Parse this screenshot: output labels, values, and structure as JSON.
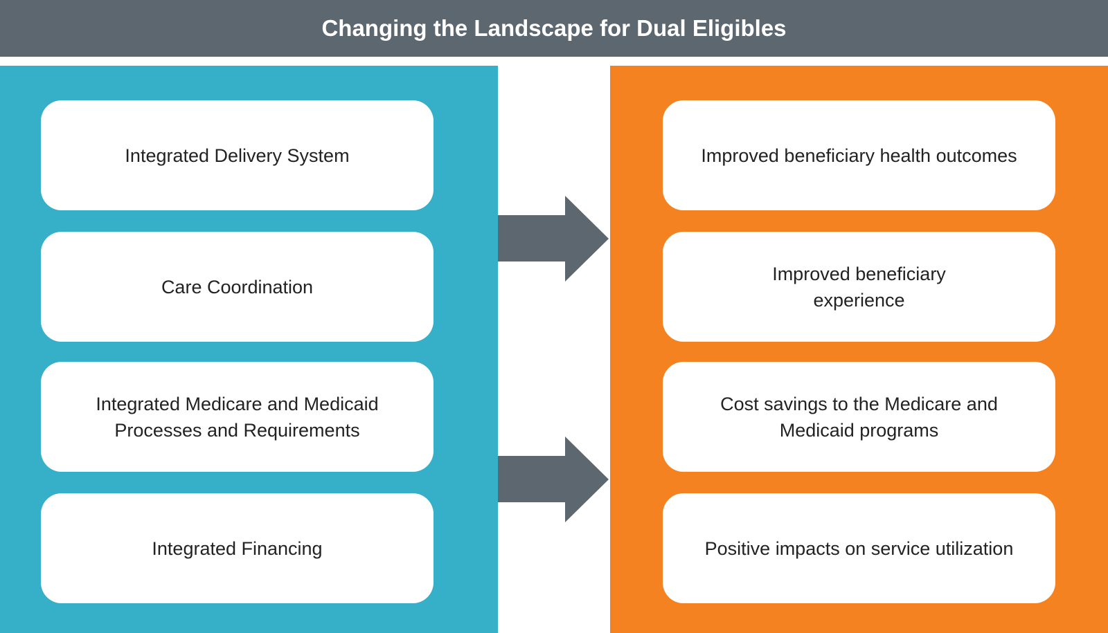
{
  "title": "Changing the Landscape for Dual Eligibles",
  "left_items": [
    "Integrated Delivery System",
    "Care Coordination",
    "Integrated Medicare and Medicaid Processes and Requirements",
    "Integrated Financing"
  ],
  "right_items": [
    "Improved beneficiary health outcomes",
    "Improved beneficiary experience",
    "Cost savings to the Medicare and Medicaid programs",
    "Positive impacts on service utilization"
  ],
  "colors": {
    "header": "#5c6770",
    "left": "#36b0c8",
    "right": "#f58220",
    "arrow": "#5c6770"
  }
}
